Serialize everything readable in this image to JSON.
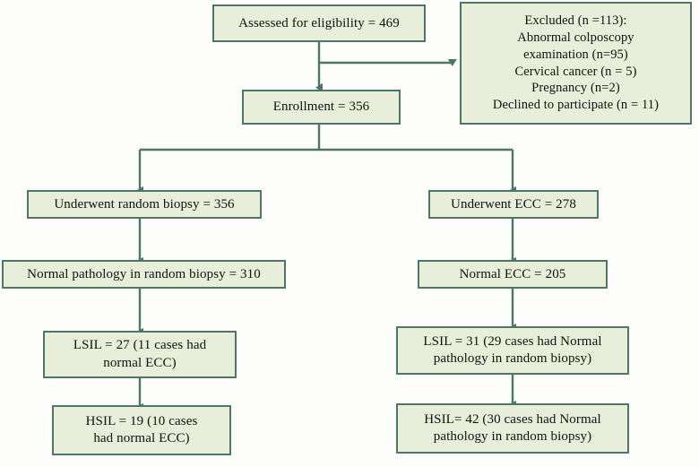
{
  "figure": {
    "type": "flowchart",
    "description": "Study participant flow diagram",
    "colors": {
      "node_fill": "#e9eeda",
      "node_border": "#4e7566",
      "connector": "#4e7566",
      "text": "#111111",
      "background": "#fdfdfb"
    }
  },
  "nodes": {
    "assessed": "Assessed for eligibility = 469",
    "excluded": "Excluded (n =113):\nAbnormal colposcopy\nexamination (n=95)\nCervical cancer (n = 5)\nPregnancy (n=2)\nDeclined to participate (n = 11)",
    "enrollment": "Enrollment = 356",
    "random_biopsy": "Underwent random biopsy = 356",
    "ecc": "Underwent ECC = 278",
    "normal_pathology": "Normal pathology in random biopsy = 310",
    "normal_ecc": "Normal ECC = 205",
    "lsil_left": "LSIL = 27 (11 cases had\nnormal ECC)",
    "lsil_right": "LSIL = 31 (29 cases had Normal\npathology in random biopsy)",
    "hsil_left": "HSIL = 19 (10 cases\nhad normal ECC)",
    "hsil_right": "HSIL= 42 (30 cases had Normal\npathology in random biopsy)"
  }
}
